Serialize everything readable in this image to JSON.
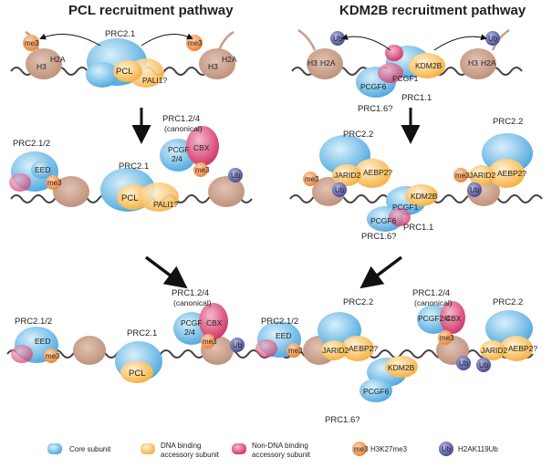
{
  "titles": {
    "left": "PCL recruitment pathway",
    "right": "KDM2B recruitment pathway"
  },
  "marks": {
    "me3": "me3",
    "ub": "Ub",
    "h3": "H3",
    "h2a": "H2A"
  },
  "labels": {
    "prc21": "PRC2.1",
    "prc212": "PRC2.1/2",
    "prc22": "PRC2.2",
    "prc11": "PRC1.1",
    "prc16q": "PRC1.6?",
    "prc124": "PRC1.2/4",
    "canonical": "(canonical)",
    "pcl": "PCL",
    "pali1q": "PALI1?",
    "eed": "EED",
    "kdm2b": "KDM2B",
    "pcgf1": "PCGF1",
    "pcgf6": "PCGF6",
    "pcgf": "PCGF",
    "pcgf24": "2/4",
    "pcgf24_full": "PCGF2/4",
    "cbx": "CBX",
    "jarid2": "JARID2",
    "aebp2q": "AEBP2?"
  },
  "legend": {
    "core": "Core subunit",
    "dna_line1": "DNA binding",
    "dna_line2": "accessory subunit",
    "nondna_line1": "Non-DNA binding",
    "nondna_line2": "accessory subunit",
    "me3_label": "H3K27me3",
    "ub_label": "H2AK119Ub"
  },
  "colors": {
    "core": "#5aaee0",
    "core_light": "#bfe3f7",
    "dna": "#f5bb55",
    "dna_light": "#fce6b8",
    "nondna": "#d83a6e",
    "nondna_light": "#f0a9c0",
    "me3": "#f08a3c",
    "ub": "#4b4fa0",
    "nucleosome": "#c99b85",
    "dna_strand": "#444444",
    "arrow": "#111111"
  }
}
